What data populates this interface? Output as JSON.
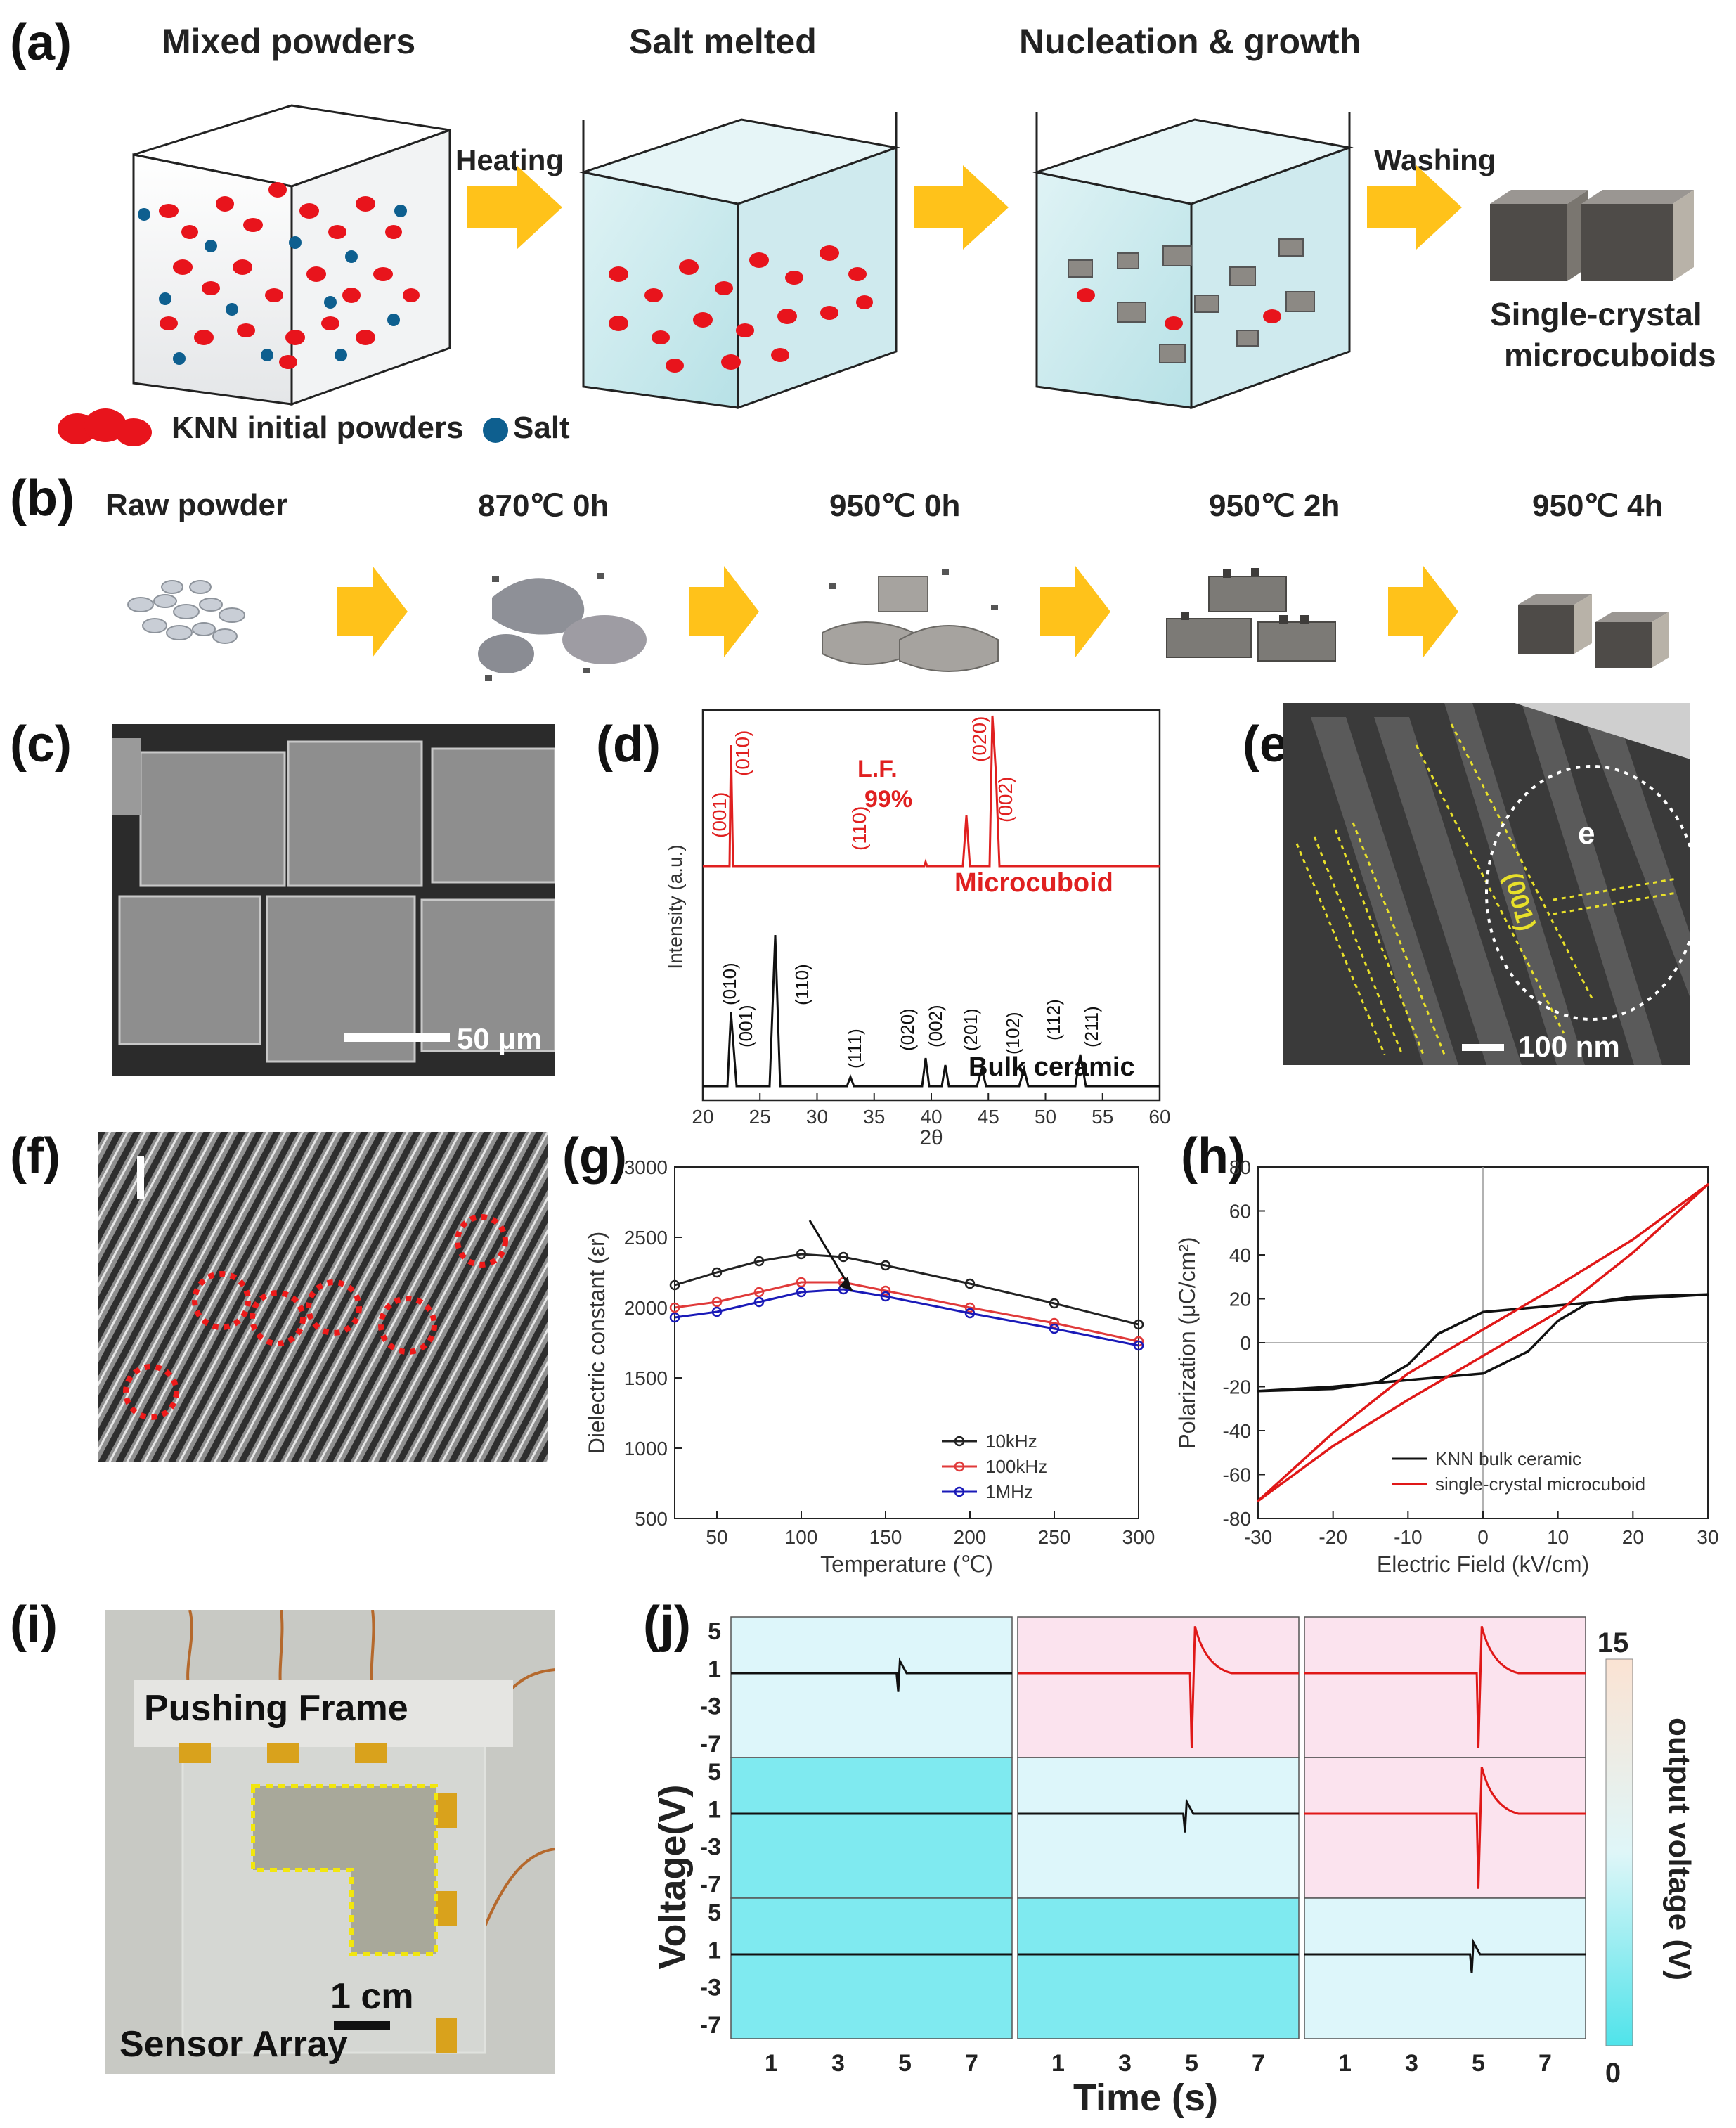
{
  "labels": {
    "a": "(a)",
    "b": "(b)",
    "c": "(c)",
    "d": "(d)",
    "e": "(e)",
    "f": "(f)",
    "g": "(g)",
    "h": "(h)",
    "i": "(i)",
    "j": "(j)"
  },
  "panel_a": {
    "step1": "Mixed powders",
    "step2": "Salt melted",
    "step3": "Nucleation & growth",
    "arrow1": "Heating",
    "arrow3": "Washing",
    "result_line1": "Single-crystal",
    "result_line2": "microcuboids",
    "legend_knn": "KNN initial powders",
    "legend_salt": "Salt",
    "colors": {
      "knn": "#e8141c",
      "salt": "#0e5f8f",
      "arrow": "#ffc21a"
    }
  },
  "panel_b": {
    "stages": [
      "Raw powder",
      "870℃ 0h",
      "950℃ 0h",
      "950℃ 2h",
      "950℃ 4h"
    ]
  },
  "panel_c": {
    "scale": "50 μm"
  },
  "panel_d": {
    "ylabel": "Intensity (a.u.)",
    "xlabel": "2θ",
    "xticks": [
      "20",
      "25",
      "30",
      "35",
      "40",
      "45",
      "50",
      "55",
      "60"
    ],
    "lf_line1": "L.F.",
    "lf_line2": "99%",
    "micro_label": "Microcuboid",
    "bulk_label": "Bulk ceramic",
    "micro_peaks": [
      "(001)",
      "(010)",
      "(110)",
      "(020)",
      "(002)"
    ],
    "bulk_peaks": [
      "(010)",
      "(001)",
      "(110)",
      "(111)",
      "(020)",
      "(002)",
      "(201)",
      "(102)",
      "(112)",
      "(211)"
    ]
  },
  "panel_e": {
    "tag": "e",
    "plane": "(001)",
    "scale": "100 nm"
  },
  "panel_i": {
    "top": "Pushing Frame",
    "bottom": "Sensor Array",
    "scale": "1 cm"
  },
  "panel_j": {
    "ylabel": "Voltage(V)",
    "xlabel": "Time (s)",
    "yticks": [
      "5",
      "1",
      "-3",
      "-7"
    ],
    "xticks": [
      "1",
      "3",
      "5",
      "7"
    ],
    "colorbar_label": "output voltage (V)",
    "cb_max": "15",
    "cb_min": "0",
    "cell_states": [
      [
        "low",
        "high",
        "high"
      ],
      [
        "off",
        "low",
        "high"
      ],
      [
        "off",
        "off",
        "low"
      ]
    ],
    "colors": {
      "off": "#7feaf0",
      "low": "#ddf6fa",
      "high": "#fbe3ee"
    }
  },
  "chart_data": [
    {
      "type": "line",
      "panel": "g",
      "xlabel": "Temperature (℃)",
      "ylabel": "Dielectric constant (εr)",
      "xlim": [
        25,
        300
      ],
      "ylim": [
        500,
        3000
      ],
      "xticks": [
        50,
        100,
        150,
        200,
        250,
        300
      ],
      "yticks": [
        500,
        1000,
        1500,
        2000,
        2500,
        3000
      ],
      "legend_position": "bottom-right",
      "series": [
        {
          "name": "10kHz",
          "color": "#222222",
          "x": [
            25,
            50,
            75,
            100,
            125,
            150,
            200,
            250,
            300
          ],
          "y": [
            2160,
            2250,
            2330,
            2380,
            2360,
            2300,
            2170,
            2030,
            1880
          ]
        },
        {
          "name": "100kHz",
          "color": "#e03a3a",
          "x": [
            25,
            50,
            75,
            100,
            125,
            150,
            200,
            250,
            300
          ],
          "y": [
            2000,
            2040,
            2110,
            2180,
            2180,
            2120,
            2000,
            1890,
            1760
          ]
        },
        {
          "name": "1MHz",
          "color": "#1a1ab8",
          "x": [
            25,
            50,
            75,
            100,
            125,
            150,
            200,
            250,
            300
          ],
          "y": [
            1930,
            1970,
            2040,
            2110,
            2130,
            2080,
            1960,
            1850,
            1730
          ]
        }
      ]
    },
    {
      "type": "line",
      "panel": "h",
      "xlabel": "Electric Field (kV/cm)",
      "ylabel": "Polarization (μC/cm²)",
      "xlim": [
        -30,
        30
      ],
      "ylim": [
        -80,
        80
      ],
      "xticks": [
        -30,
        -20,
        -10,
        0,
        10,
        20,
        30
      ],
      "yticks": [
        -80,
        -60,
        -40,
        -20,
        0,
        20,
        40,
        60,
        80
      ],
      "legend_position": "bottom-right",
      "series": [
        {
          "name": "KNN bulk ceramic",
          "color": "#111111",
          "x": [
            -30,
            -20,
            -14,
            -10,
            -6,
            0,
            10,
            20,
            30,
            20,
            14,
            10,
            6,
            0,
            -10,
            -20,
            -30
          ],
          "y": [
            -22,
            -21,
            -18,
            -10,
            4,
            14,
            17,
            20,
            22,
            21,
            18,
            10,
            -4,
            -14,
            -17,
            -20,
            -22
          ]
        },
        {
          "name": "single-crystal microcuboid",
          "color": "#e01818",
          "x": [
            -30,
            -20,
            -10,
            0,
            10,
            20,
            30,
            20,
            10,
            0,
            -10,
            -20,
            -30
          ],
          "y": [
            -72,
            -41,
            -14,
            6,
            26,
            47,
            72,
            41,
            14,
            -6,
            -26,
            -47,
            -72
          ]
        }
      ]
    }
  ]
}
